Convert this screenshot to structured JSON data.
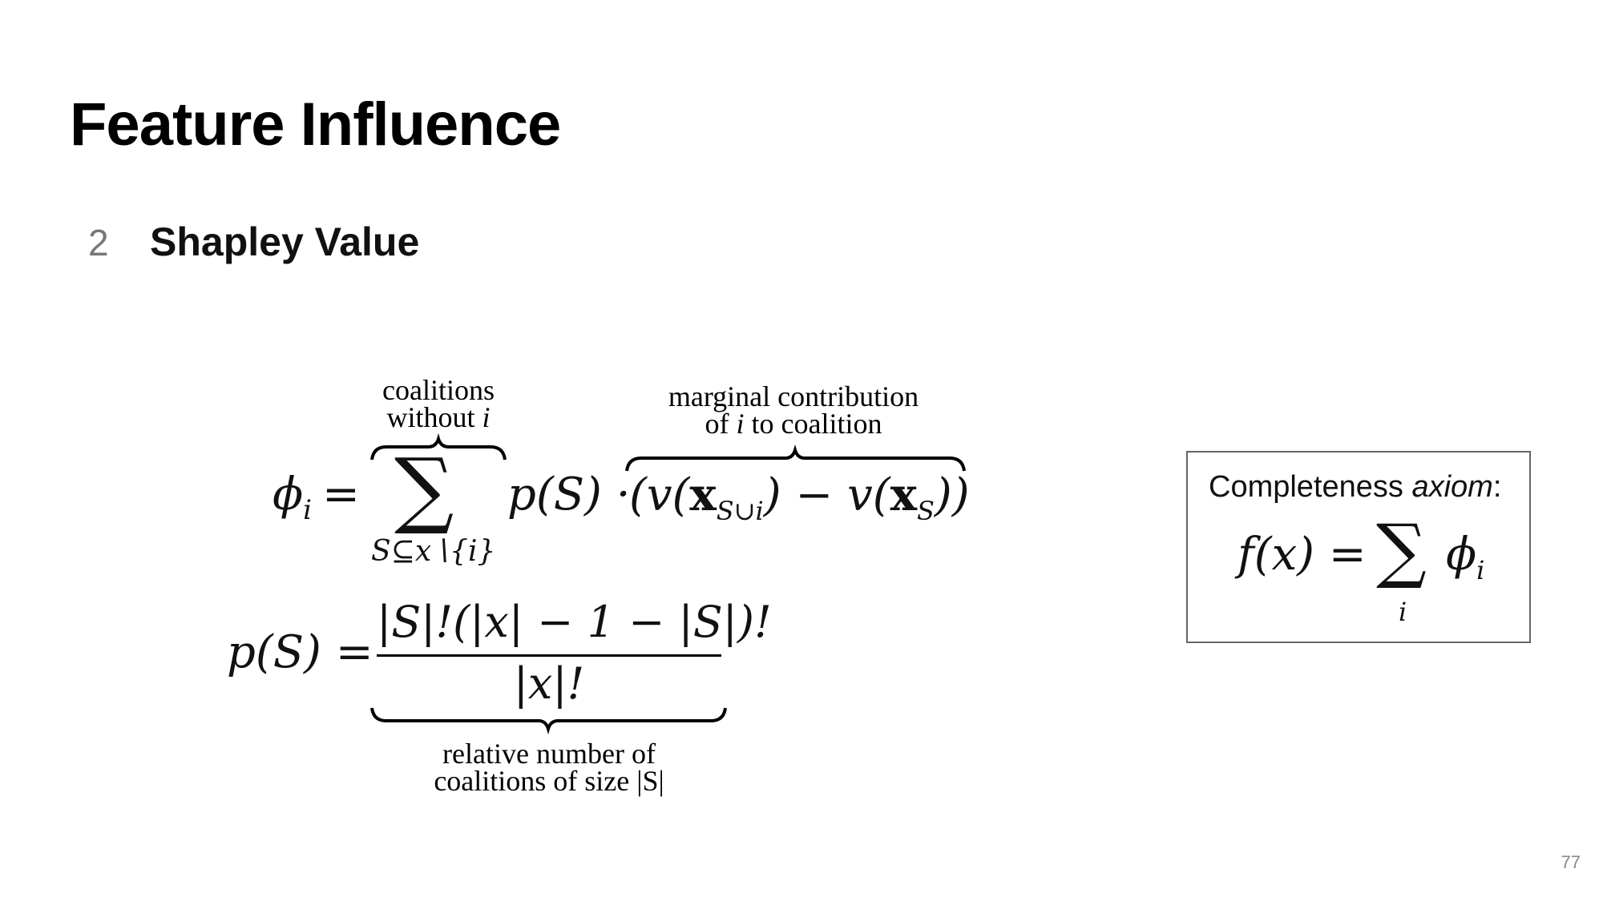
{
  "slide": {
    "title": "Feature Influence",
    "section_number": "2",
    "section_title": "Shapley Value",
    "page_number": "77"
  },
  "formula": {
    "annotation_coalitions_line1": "coalitions",
    "annotation_coalitions_line2_prefix": "without ",
    "annotation_coalitions_var": "i",
    "annotation_marginal_line1": "marginal contribution",
    "annotation_marginal_line2_prefix": "of ",
    "annotation_marginal_var": "i",
    "annotation_marginal_line2_suffix": " to coalition",
    "phi_lhs": "ϕ",
    "phi_sub": "i",
    "equals": "=",
    "sum_symbol": "∑",
    "sum_subscript": "S⊆x∖{i}",
    "p_of_s": "p(S) ·",
    "marginal_expr_open": "(v(",
    "x_bold": "x",
    "sub_s_union_i": "S∪i",
    "marginal_mid": ") − v(",
    "sub_s": "S",
    "marginal_close": "))",
    "ps_lhs": "p(S) =",
    "numerator": "|S|!(|x| − 1 − |S|)!",
    "denominator": "|x|!",
    "annotation_relative_line1": "relative number of",
    "annotation_relative_line2": "coalitions of size |S|"
  },
  "axiom": {
    "title_prefix": "Completeness ",
    "title_emphasis": "axiom",
    "title_suffix": ":",
    "lhs": "f(x) =",
    "sum_symbol": "∑",
    "sum_index": "i",
    "phi": "ϕ",
    "phi_sub": "i"
  },
  "colors": {
    "title": "#000000",
    "section_number": "#777777",
    "box_border": "#666666",
    "page_number": "#888888"
  }
}
